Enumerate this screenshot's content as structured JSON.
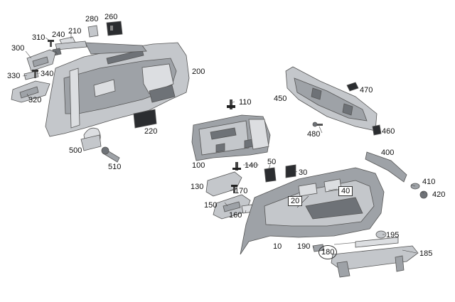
{
  "diagram": {
    "labels": [
      {
        "id": "280",
        "text": "280"
      },
      {
        "id": "260",
        "text": "260"
      },
      {
        "id": "310",
        "text": "310"
      },
      {
        "id": "240",
        "text": "240"
      },
      {
        "id": "210",
        "text": "210"
      },
      {
        "id": "300",
        "text": "300"
      },
      {
        "id": "330",
        "text": "330"
      },
      {
        "id": "340",
        "text": "340"
      },
      {
        "id": "320",
        "text": "320"
      },
      {
        "id": "200",
        "text": "200"
      },
      {
        "id": "220",
        "text": "220"
      },
      {
        "id": "500",
        "text": "500"
      },
      {
        "id": "510",
        "text": "510"
      },
      {
        "id": "450",
        "text": "450"
      },
      {
        "id": "470",
        "text": "470"
      },
      {
        "id": "110",
        "text": "110"
      },
      {
        "id": "480",
        "text": "480"
      },
      {
        "id": "460",
        "text": "460"
      },
      {
        "id": "400",
        "text": "400"
      },
      {
        "id": "100",
        "text": "100"
      },
      {
        "id": "50",
        "text": "50"
      },
      {
        "id": "140",
        "text": "140"
      },
      {
        "id": "30",
        "text": "30"
      },
      {
        "id": "410",
        "text": "410"
      },
      {
        "id": "420",
        "text": "420"
      },
      {
        "id": "130",
        "text": "130"
      },
      {
        "id": "170",
        "text": "170"
      },
      {
        "id": "40",
        "text": "40"
      },
      {
        "id": "20",
        "text": "20"
      },
      {
        "id": "150",
        "text": "150"
      },
      {
        "id": "160",
        "text": "160"
      },
      {
        "id": "195",
        "text": "195"
      },
      {
        "id": "190",
        "text": "190"
      },
      {
        "id": "10",
        "text": "10"
      },
      {
        "id": "180",
        "text": "180"
      },
      {
        "id": "185",
        "text": "185"
      }
    ]
  }
}
